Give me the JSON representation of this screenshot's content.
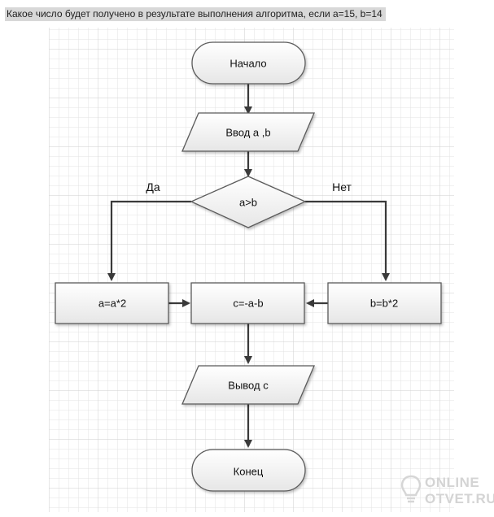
{
  "question": "Какое число будет получено в результате выполнения алгоритма, если a=15, b=14",
  "flowchart": {
    "start": "Начало",
    "input": "Ввод a ,b",
    "condition": "a>b",
    "yes_label": "Да",
    "no_label": "Нет",
    "yes_action": "a=a*2",
    "merge_action": "c=-a-b",
    "no_action": "b=b*2",
    "output": "Вывод с",
    "end": "Конец"
  },
  "watermark": {
    "line1": "ONLINE",
    "line2": "OTVET.RU",
    "icon": "lightbulb-icon"
  },
  "colors": {
    "stroke": "#5a5a5a",
    "arrow": "#3a3a3a",
    "grid": "#d9d9d9",
    "shape_fill": "#f2f2f2"
  }
}
